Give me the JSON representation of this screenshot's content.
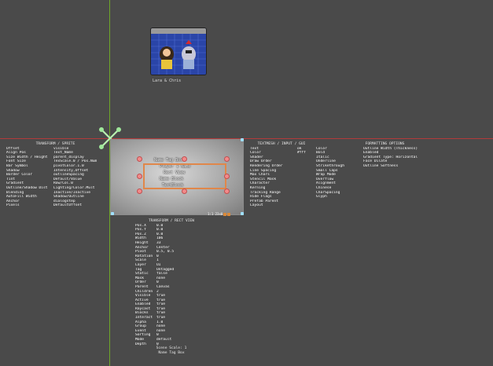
{
  "colors": {
    "background": "#4a4a4a",
    "axis_vertical": "#6fa62a",
    "axis_horizontal": "#b23a3a",
    "selection": "#e0874a",
    "handle": "#f28a8a"
  },
  "sprite": {
    "caption": "Lara & Chris",
    "icon": "sprite-thumbnail-icon"
  },
  "origin": {
    "icon": "origin-gizmo-icon"
  },
  "scene": {
    "labels": [
      "Name Tag Box",
      "Player 1 Name",
      "Rect View",
      "Name Block",
      "TextBlock"
    ],
    "status": "1:1 23x0"
  },
  "left_panel": {
    "title": "TRANSFORM / SPRITE",
    "rows": [
      [
        "Offset",
        "visible"
      ],
      [
        "Align Pos",
        "Text_Name"
      ],
      [
        "Size Width / Height",
        "parent_display"
      ],
      [
        "Font Size",
        "TexScale.0 / Pos.Num"
      ],
      [
        "Bar Symbol",
        "pivotColor.1.0"
      ],
      [
        "Shadow",
        "Intensity,Offset"
      ],
      [
        "Border Color",
        "outlineSpacing"
      ],
      [
        "Tint",
        "Default/Value"
      ],
      [
        "Gradient",
        "Row/Col.0"
      ],
      [
        "Outline/Shadow Dist",
        "Lighting/Color.Mult"
      ],
      [
        "Blending",
        "Inactive/Inactive"
      ],
      [
        "AutoFill Width",
        "Shadow/Outline"
      ],
      [
        "Anchor",
        "dialogstep"
      ],
      [
        "Pixels",
        "DefaultOffset"
      ]
    ]
  },
  "right_panel_a": {
    "title": "TEXTMESH / INPUT / GUI",
    "rows": [
      [
        "Text",
        "ok"
      ],
      [
        "Color",
        "#fff"
      ],
      [
        "Shader",
        ""
      ],
      [
        "Draw Order",
        ""
      ],
      [
        "Rendering Order",
        ""
      ],
      [
        "Line Spacing",
        ""
      ],
      [
        "Max Chars",
        ""
      ],
      [
        "Stencil Mask",
        ""
      ],
      [
        "Character",
        ""
      ],
      [
        "Kerning",
        ""
      ],
      [
        "Tracking Range",
        ""
      ],
      [
        "Hide Flags",
        ""
      ],
      [
        "Prefab Parent",
        ""
      ],
      [
        "Layout",
        ""
      ]
    ]
  },
  "right_panel_b": {
    "title": "FORMATTING OPTIONS",
    "rows": [
      [
        "Color",
        "Outline Width (Thickness)"
      ],
      [
        "Bold",
        "Enabled"
      ],
      [
        "Italic",
        "Gradient Type: Horizontal"
      ],
      [
        "Underline",
        "Face Dilate"
      ],
      [
        "Strikethrough",
        "Outline Softness"
      ],
      [
        "Small Caps",
        ""
      ],
      [
        "Wrap Mode",
        ""
      ],
      [
        "Overflow",
        ""
      ],
      [
        "Alignment",
        ""
      ],
      [
        "Chinese",
        ""
      ],
      [
        "CharSpacing",
        ""
      ],
      [
        "Glyph",
        ""
      ]
    ]
  },
  "bottom_panel": {
    "title": "TRANSFORM / RECT VIEW",
    "rows": [
      [
        "Pos.X",
        "0.0"
      ],
      [
        "Pos.Y",
        "0.0"
      ],
      [
        "Pos.Z",
        "0.0"
      ],
      [
        "Width",
        "106"
      ],
      [
        "Height",
        "33"
      ],
      [
        "Anchor",
        "Center"
      ],
      [
        "Pivot",
        "0.5, 0.5"
      ],
      [
        "Rotation",
        "0"
      ],
      [
        "Scale",
        "1"
      ],
      [
        "Layer",
        "UI"
      ],
      [
        "Tag",
        "Untagged"
      ],
      [
        "Static",
        "false"
      ],
      [
        "Mask",
        "none"
      ],
      [
        "Order",
        "0"
      ],
      [
        "Parent",
        "Canvas"
      ],
      [
        "Children",
        "2"
      ],
      [
        "Visible",
        "true"
      ],
      [
        "Active",
        "true"
      ],
      [
        "Enabled",
        "true"
      ],
      [
        "Raycast",
        "true"
      ],
      [
        "Blocks",
        "true"
      ],
      [
        "Interact",
        "true"
      ],
      [
        "Alpha",
        "1.0"
      ],
      [
        "Group",
        "none"
      ],
      [
        "Event",
        "none"
      ],
      [
        "Sorting",
        "0"
      ],
      [
        "Mode",
        "default"
      ],
      [
        "Depth",
        "0"
      ]
    ],
    "footer": [
      "Scene Scale: 1",
      "Name Tag Box"
    ]
  }
}
